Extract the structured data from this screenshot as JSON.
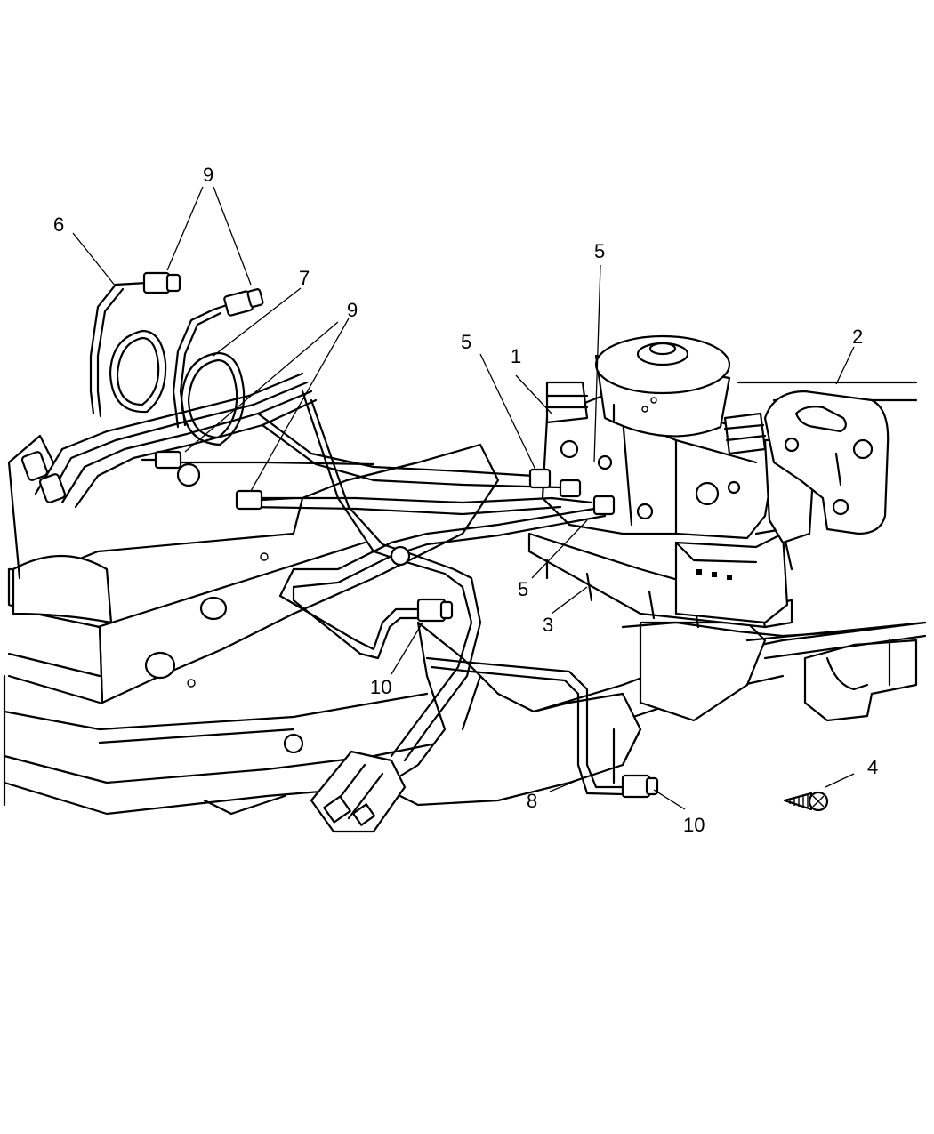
{
  "callouts": {
    "c1": "1",
    "c2": "2",
    "c3": "3",
    "c4": "4",
    "c5a": "5",
    "c5b": "5",
    "c5c": "5",
    "c6": "6",
    "c7": "7",
    "c8": "8",
    "c9a": "9",
    "c9b": "9",
    "c10a": "10",
    "c10b": "10"
  }
}
